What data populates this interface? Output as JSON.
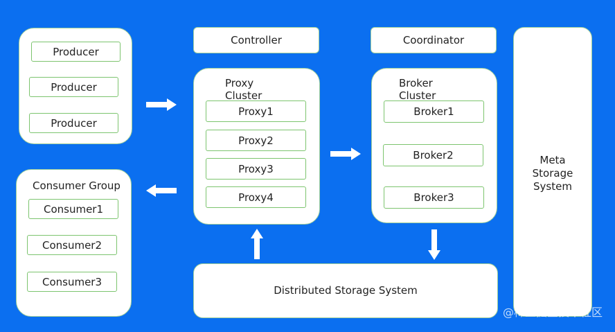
{
  "producers": [
    "Producer",
    "Producer",
    "Producer"
  ],
  "consumer_group": {
    "title": "Consumer Group",
    "consumers": [
      "Consumer1",
      "Consumer2",
      "Consumer3"
    ]
  },
  "controller": "Controller",
  "coordinator": "Coordinator",
  "proxy_cluster": {
    "title_line1": "Proxy",
    "title_line2": "Cluster",
    "proxies": [
      "Proxy1",
      "Proxy2",
      "Proxy3",
      "Proxy4"
    ]
  },
  "broker_cluster": {
    "title_line1": "Broker",
    "title_line2": "Cluster",
    "brokers": [
      "Broker1",
      "Broker2",
      "Broker3"
    ]
  },
  "meta_storage": {
    "line1": "Meta",
    "line2": "Storage",
    "line3": "System"
  },
  "distributed_storage": "Distributed Storage System",
  "watermark": "@稀土掘金技术社区",
  "colors": {
    "background": "#0b6ff0",
    "box": "#ffffff",
    "item_border": "#7cc46e"
  }
}
